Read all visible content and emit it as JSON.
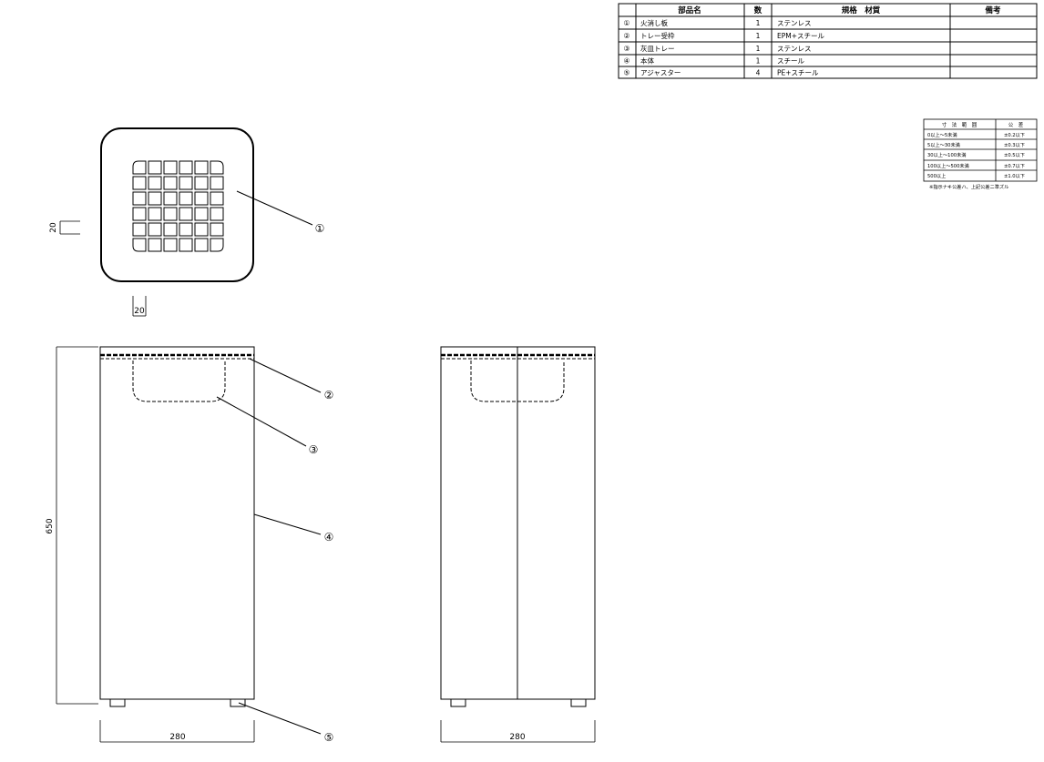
{
  "parts_table": {
    "headers": {
      "name": "部品名",
      "qty": "数",
      "spec": "規格　材質",
      "remarks": "備考"
    },
    "rows": [
      {
        "no": "①",
        "name": "火消し板",
        "qty": "1",
        "spec": "ステンレス",
        "remarks": ""
      },
      {
        "no": "②",
        "name": "トレー受枠",
        "qty": "1",
        "spec": "EPM+スチール",
        "remarks": ""
      },
      {
        "no": "③",
        "name": "灰皿トレー",
        "qty": "1",
        "spec": "ステンレス",
        "remarks": ""
      },
      {
        "no": "④",
        "name": "本体",
        "qty": "1",
        "spec": "スチール",
        "remarks": ""
      },
      {
        "no": "⑤",
        "name": "アジャスター",
        "qty": "4",
        "spec": "PE+スチール",
        "remarks": ""
      }
    ]
  },
  "tolerance_table": {
    "headers": {
      "range": "寸　法　範　囲",
      "tol": "公　差"
    },
    "rows": [
      {
        "range": "0以上～5未満",
        "tol": "±0.2以下"
      },
      {
        "range": "5以上～30未満",
        "tol": "±0.3以下"
      },
      {
        "range": "30以上～100未満",
        "tol": "±0.5以下"
      },
      {
        "range": "100以上～500未満",
        "tol": "±0.7以下"
      },
      {
        "range": "500以上",
        "tol": "±1.0以下"
      }
    ],
    "note": "※指示ナキ公差ハ、上記公差ニ準ズル"
  },
  "dimensions": {
    "top_side": "20",
    "top_bottom": "20",
    "height": "650",
    "front_width": "280",
    "side_width": "280"
  },
  "callouts": [
    "①",
    "②",
    "③",
    "④",
    "⑤"
  ]
}
